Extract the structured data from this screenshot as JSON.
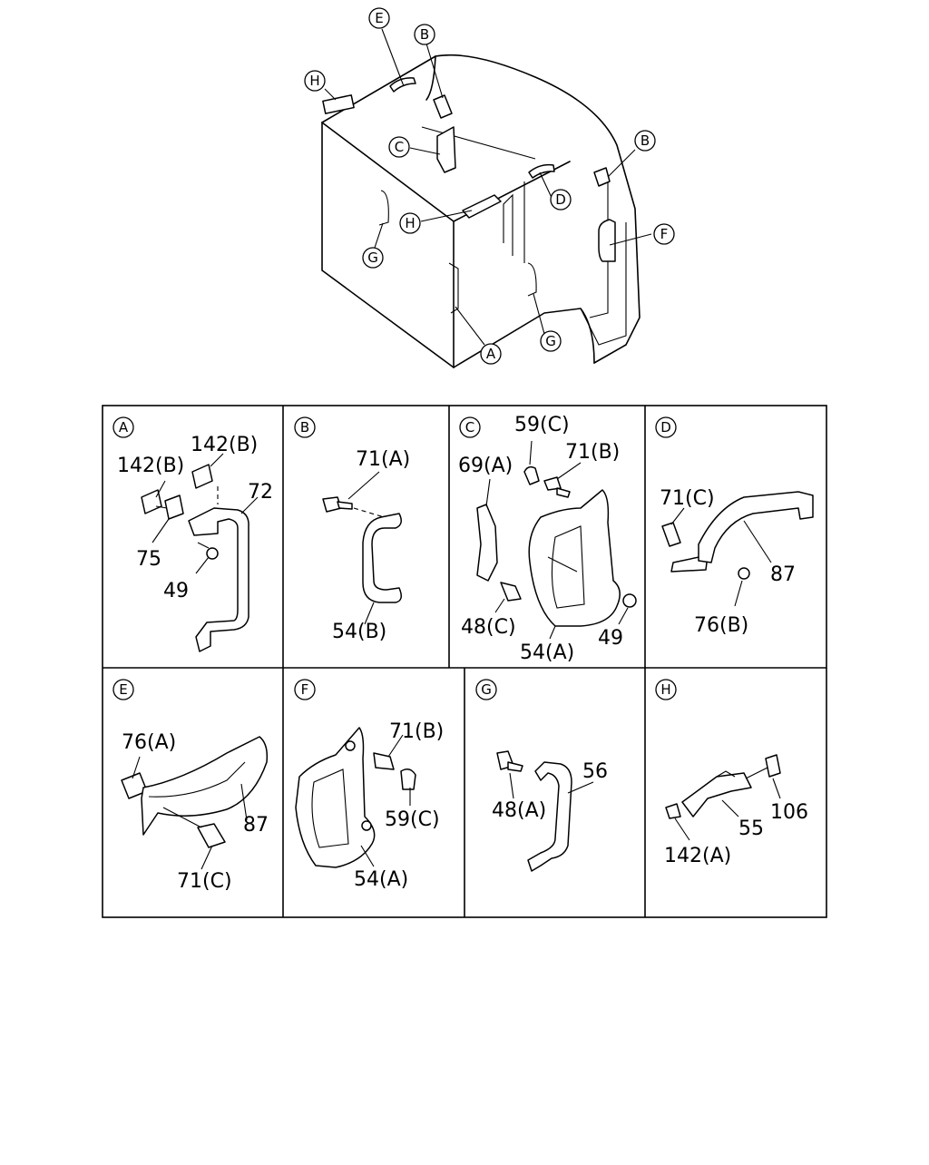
{
  "overview": {
    "callouts": [
      "E",
      "B",
      "H",
      "C",
      "B",
      "D",
      "F",
      "H",
      "G",
      "G",
      "A"
    ]
  },
  "panels": {
    "A": {
      "letter": "A",
      "labels": [
        "142(B)",
        "142(B)",
        "72",
        "75",
        "49"
      ]
    },
    "B": {
      "letter": "B",
      "labels": [
        "71(A)",
        "54(B)"
      ]
    },
    "C": {
      "letter": "C",
      "labels": [
        "59(C)",
        "71(B)",
        "69(A)",
        "48(C)",
        "54(A)",
        "49"
      ]
    },
    "D": {
      "letter": "D",
      "labels": [
        "71(C)",
        "87",
        "76(B)"
      ]
    },
    "E": {
      "letter": "E",
      "labels": [
        "76(A)",
        "87",
        "71(C)"
      ]
    },
    "F": {
      "letter": "F",
      "labels": [
        "71(B)",
        "59(C)",
        "54(A)"
      ]
    },
    "G": {
      "letter": "G",
      "labels": [
        "56",
        "48(A)"
      ]
    },
    "H": {
      "letter": "H",
      "labels": [
        "106",
        "55",
        "142(A)"
      ]
    }
  }
}
